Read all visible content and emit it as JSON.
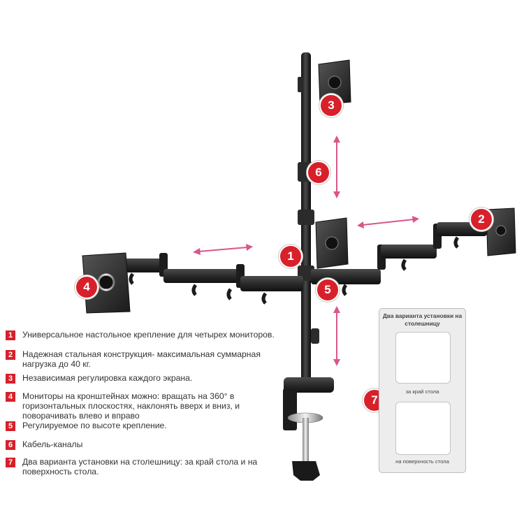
{
  "callouts": {
    "c1": "1",
    "c2": "2",
    "c3": "3",
    "c4": "4",
    "c5": "5",
    "c6": "6",
    "c7": "7"
  },
  "legend": [
    {
      "num": "1",
      "text": "Универсальное настольное крепление для четырех мониторов."
    },
    {
      "num": "2",
      "text": "Надежная стальная конструкция- максимальная суммарная нагрузка  до 40 кг."
    },
    {
      "num": "3",
      "text": "Независимая регулировка каждого экрана."
    },
    {
      "num": "4",
      "text": "Мониторы на кронштейнах можно: вращать на 360° в горизонтальных плоскостях, наклонять вверх и вниз, и поворачивать влево и вправо"
    },
    {
      "num": "5",
      "text": "Регулируемое по высоте крепление."
    },
    {
      "num": "6",
      "text": "Кабель-каналы"
    },
    {
      "num": "7",
      "text": "Два варианта установки на столешницу: за край стола и на поверхность стола."
    }
  ],
  "install_panel": {
    "title": "Два варианта установки на столешницу",
    "variant_edge": "за край стола",
    "variant_surface": "на поверхность стола"
  },
  "colors": {
    "accent": "#d8202a",
    "arrow": "#d9568a",
    "metal": "#262626",
    "panel_bg": "#ededed"
  }
}
